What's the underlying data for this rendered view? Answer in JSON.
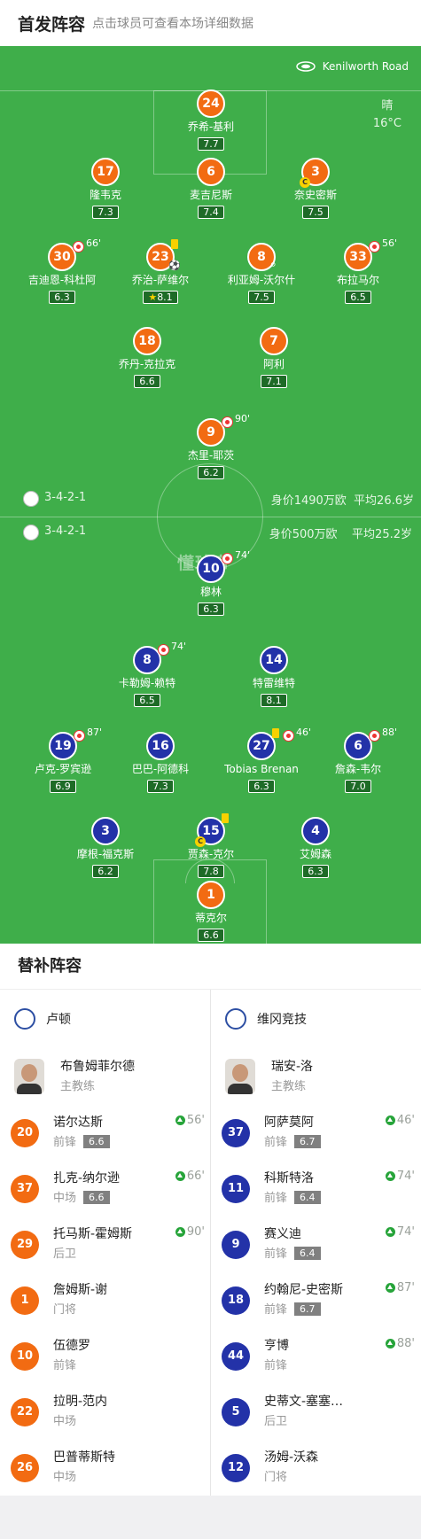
{
  "header": {
    "title": "首发阵容",
    "subtitle": "点击球员可查看本场详细数据"
  },
  "venue": "Kenilworth Road",
  "weather": {
    "cond": "晴",
    "temp": "16°C"
  },
  "watermark": "懂球帝",
  "home": {
    "formation": "3-4-2-1",
    "value": "身价1490万欧",
    "age": "平均26.6岁"
  },
  "away": {
    "formation": "3-4-2-1",
    "value": "身价500万欧",
    "age": "平均25.2岁"
  },
  "home_players": [
    {
      "num": "24",
      "name": "乔希-基利",
      "rating": "7.7"
    },
    {
      "num": "17",
      "name": "隆韦克",
      "rating": "7.3"
    },
    {
      "num": "6",
      "name": "麦吉尼斯",
      "rating": "7.4"
    },
    {
      "num": "3",
      "name": "奈史密斯",
      "rating": "7.5"
    },
    {
      "num": "30",
      "name": "吉迪恩-科杜阿",
      "rating": "6.3",
      "sub": "66'"
    },
    {
      "num": "23",
      "name": "乔治-萨维尔",
      "rating": "8.1"
    },
    {
      "num": "8",
      "name": "利亚姆-沃尔什",
      "rating": "7.5"
    },
    {
      "num": "33",
      "name": "布拉马尔",
      "rating": "6.5",
      "sub": "56'"
    },
    {
      "num": "18",
      "name": "乔丹-克拉克",
      "rating": "6.6"
    },
    {
      "num": "7",
      "name": "阿利",
      "rating": "7.1"
    },
    {
      "num": "9",
      "name": "杰里-耶茨",
      "rating": "6.2",
      "sub": "90'"
    }
  ],
  "away_players": [
    {
      "num": "10",
      "name": "穆林",
      "rating": "6.3",
      "sub": "74'"
    },
    {
      "num": "8",
      "name": "卡勒姆-赖特",
      "rating": "6.5",
      "sub": "74'"
    },
    {
      "num": "14",
      "name": "特雷维特",
      "rating": "8.1"
    },
    {
      "num": "19",
      "name": "卢克-罗宾逊",
      "rating": "6.9",
      "sub": "87'"
    },
    {
      "num": "16",
      "name": "巴巴-阿德科",
      "rating": "7.3"
    },
    {
      "num": "27",
      "name": "Tobias Brenan",
      "rating": "6.3",
      "sub": "46'"
    },
    {
      "num": "6",
      "name": "詹森-韦尔",
      "rating": "7.0",
      "sub": "88'"
    },
    {
      "num": "3",
      "name": "摩根-福克斯",
      "rating": "6.2"
    },
    {
      "num": "15",
      "name": "贾森-克尔",
      "rating": "7.8"
    },
    {
      "num": "4",
      "name": "艾姆森",
      "rating": "6.3"
    },
    {
      "num": "1",
      "name": "蒂克尔",
      "rating": "6.6"
    }
  ],
  "cap_label": "C",
  "subs": {
    "title": "替补阵容",
    "home": {
      "team": "卢顿",
      "coach": {
        "name": "布鲁姆菲尔德",
        "role": "主教练"
      },
      "list": [
        {
          "num": "20",
          "name": "诺尔达斯",
          "pos": "前锋",
          "rating": "6.6",
          "in": "56'"
        },
        {
          "num": "37",
          "name": "扎克-纳尔逊",
          "pos": "中场",
          "rating": "6.6",
          "in": "66'"
        },
        {
          "num": "29",
          "name": "托马斯-霍姆斯",
          "pos": "后卫",
          "in": "90'"
        },
        {
          "num": "1",
          "name": "詹姆斯-谢",
          "pos": "门将"
        },
        {
          "num": "10",
          "name": "伍德罗",
          "pos": "前锋"
        },
        {
          "num": "22",
          "name": "拉明-范内",
          "pos": "中场"
        },
        {
          "num": "26",
          "name": "巴普蒂斯特",
          "pos": "中场"
        }
      ]
    },
    "away": {
      "team": "维冈竞技",
      "coach": {
        "name": "瑞安-洛",
        "role": "主教练"
      },
      "list": [
        {
          "num": "37",
          "name": "阿萨莫阿",
          "pos": "前锋",
          "rating": "6.7",
          "in": "46'"
        },
        {
          "num": "11",
          "name": "科斯特洛",
          "pos": "前锋",
          "rating": "6.4",
          "in": "74'"
        },
        {
          "num": "9",
          "name": "赛义迪",
          "pos": "前锋",
          "rating": "6.4",
          "in": "74'"
        },
        {
          "num": "18",
          "name": "约翰尼-史密斯",
          "pos": "前锋",
          "rating": "6.7",
          "in": "87'"
        },
        {
          "num": "44",
          "name": "亨博",
          "pos": "前锋",
          "in": "88'"
        },
        {
          "num": "5",
          "name": "史蒂文-塞塞…",
          "pos": "后卫"
        },
        {
          "num": "12",
          "name": "汤姆-沃森",
          "pos": "门将"
        }
      ]
    }
  }
}
